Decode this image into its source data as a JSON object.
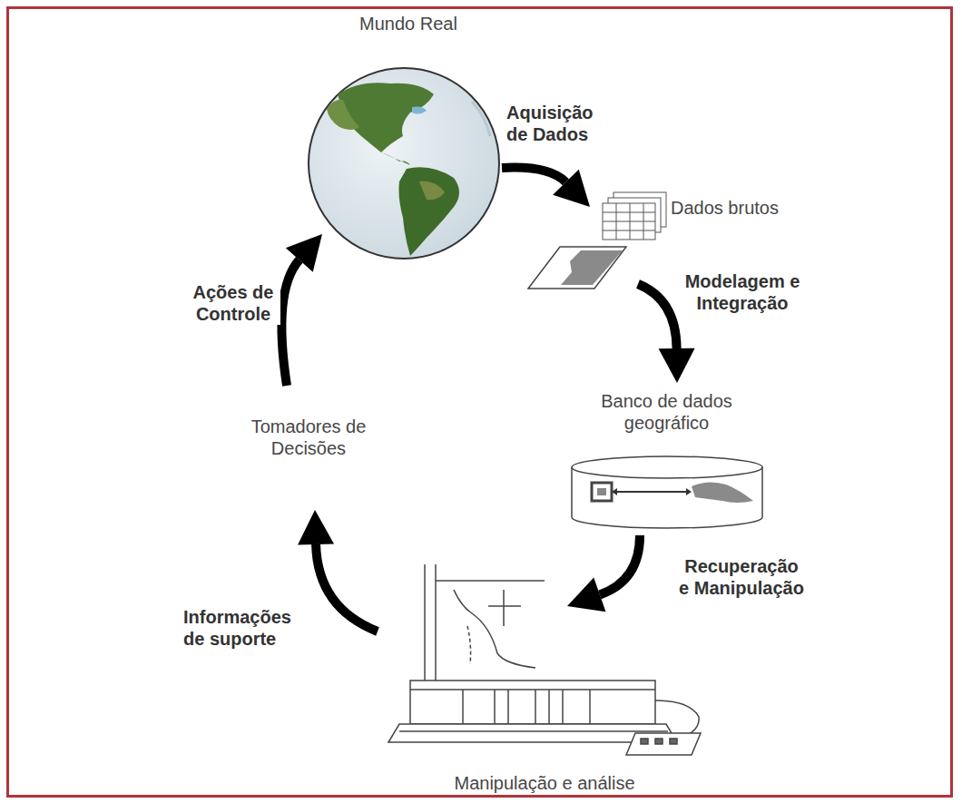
{
  "diagram": {
    "nodes": [
      {
        "text": [
          "Mundo Real"
        ]
      },
      {
        "text": [
          "Dados brutos"
        ]
      },
      {
        "text": [
          "Banco de dados geográfico"
        ]
      },
      {
        "text": [
          "Manipulação e análise"
        ]
      },
      {
        "text": [
          "Tomadores de Decisões"
        ]
      }
    ],
    "edges": [
      {
        "from": 0,
        "to": 1,
        "arrow": "to",
        "label": "Aquisição de Dados"
      },
      {
        "from": 1,
        "to": 2,
        "arrow": "to",
        "label": "Modelagem e Integração"
      },
      {
        "from": 2,
        "to": 3,
        "arrow": "to",
        "label": "Recuperação e Manipulação"
      },
      {
        "from": 3,
        "to": 4,
        "arrow": "to",
        "label": "Informações de suporte"
      },
      {
        "from": 4,
        "to": 0,
        "arrow": "to",
        "label": "Ações de Controle"
      }
    ]
  }
}
